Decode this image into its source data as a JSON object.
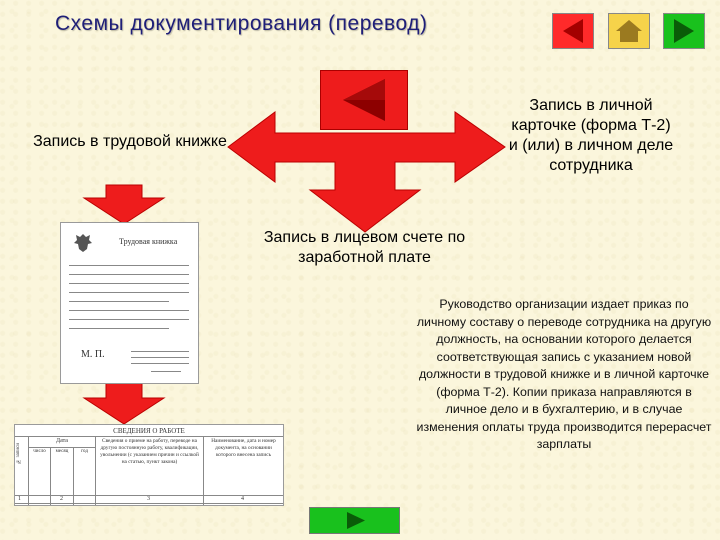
{
  "title": "Схемы документирования (перевод)",
  "nav": {
    "back_icon": "triangle-left-icon",
    "home_icon": "home-icon",
    "forward_icon": "triangle-right-icon"
  },
  "center_button_icon": "triangle-left-icon",
  "labels": {
    "work_book": "Запись в трудовой книжке",
    "personal_card": "Запись в личной карточке (форма Т-2) и (или) в личном деле сотрудника",
    "personal_account": "Запись в лицевом счете по заработной плате"
  },
  "paragraph": "Руководство организации издает приказ по личному составу о переводе сотрудника на другую должность, на основании которого делается соответствующая запись с указанием новой должности в трудовой книжке и в личной карточке (форма Т-2). Копии приказа направляются в личное дело и в бухгалтерию, и в случае изменения оплаты труда производится перерасчет зарплаты",
  "doc1": {
    "header": "Трудовая книжка",
    "stamp": "М. П."
  },
  "doc2": {
    "header": "СВЕДЕНИЯ О РАБОТЕ",
    "col_index_header": "№ записи",
    "date_header": "Дата",
    "date_cols": [
      "число",
      "месяц",
      "год"
    ],
    "col3_header": "Сведения о приеме на работу, переводе на другую постоянную работу, квалификации, увольнении (с указанием причин и ссылкой на статью, пункт закона)",
    "col4_header": "Наименование, дата и номер документа, на основании которого внесена запись",
    "col_numbers": [
      "1",
      "2",
      "3",
      "4"
    ]
  },
  "bottom_button_icon": "triangle-right-icon",
  "colors": {
    "arrow_red": "#ee1c1c",
    "title_blue": "#1e1e78",
    "nav_red": "#ff2a2a",
    "nav_yellow": "#f6d34a",
    "nav_green": "#19c11d",
    "background": "#fbf6dc"
  }
}
